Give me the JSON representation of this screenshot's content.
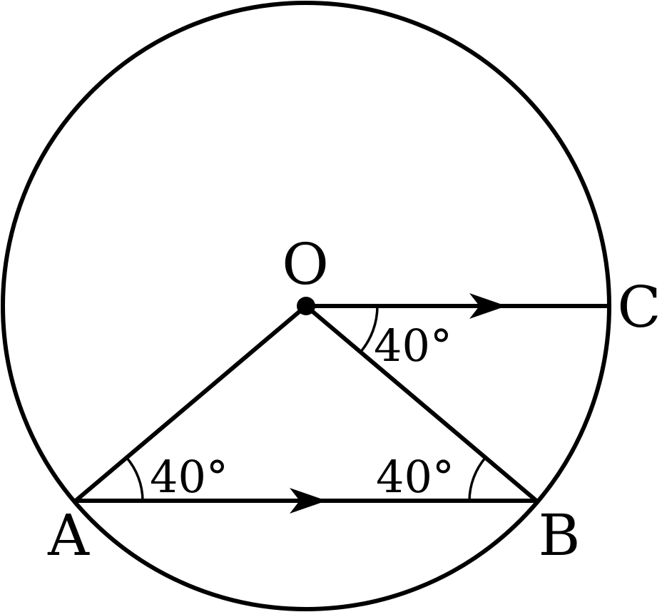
{
  "points": {
    "center": "O",
    "a": "A",
    "b": "B",
    "c": "C"
  },
  "angles": {
    "at_a": "40°",
    "at_b": "40°",
    "at_o": "40°"
  },
  "style": {
    "stroke_color": "#000000",
    "background_color": "#ffffff"
  }
}
